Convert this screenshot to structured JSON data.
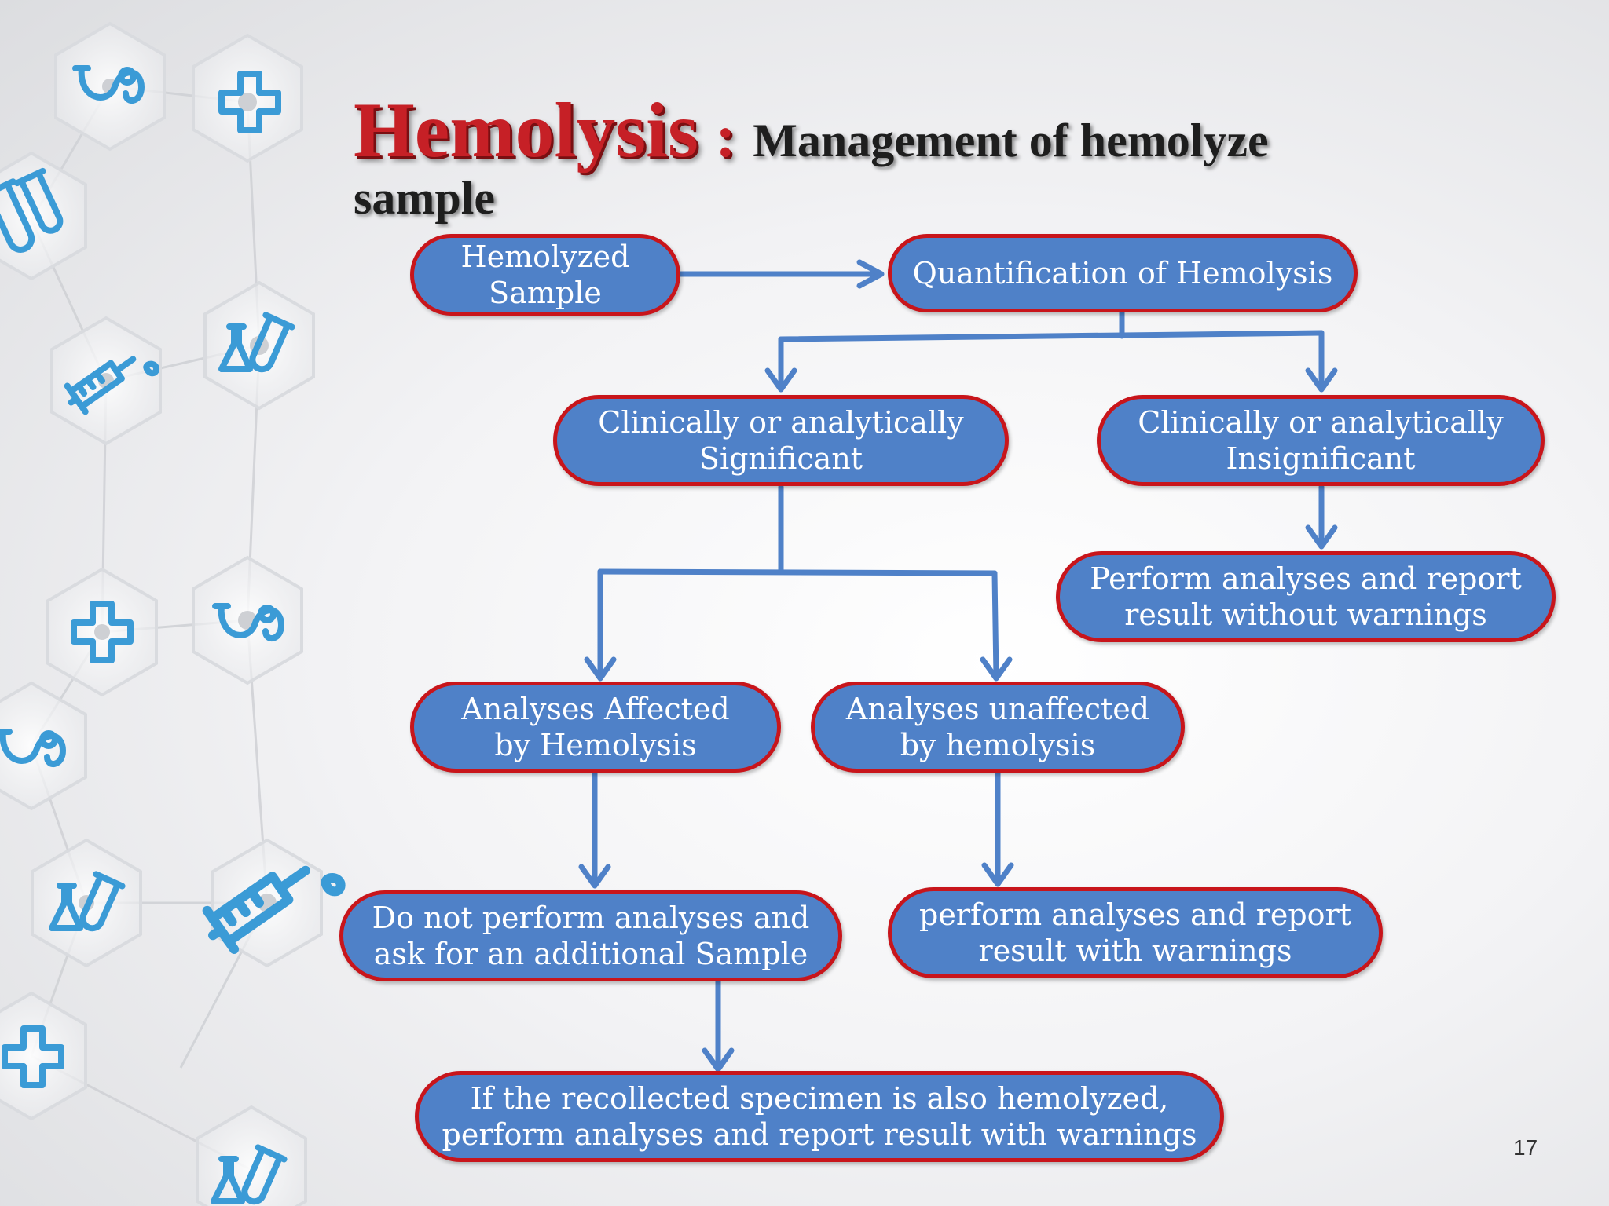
{
  "title": {
    "main": "Hemolysis",
    "colon": ":",
    "sub_line1": "Management of hemolyze",
    "sub_line2": "sample"
  },
  "nodes": {
    "hemolyzed_sample": "Hemolyzed\nSample",
    "quantification": "Quantification of Hemolysis",
    "significant": "Clinically or analytically\nSignificant",
    "insignificant": "Clinically or analytically\nInsignificant",
    "perform_no_warnings": "Perform analyses and report\nresult without warnings",
    "affected": "Analyses Affected\nby Hemolysis",
    "unaffected": "Analyses unaffected\nby hemolysis",
    "do_not_perform": "Do not perform analyses and\nask for an additional Sample",
    "perform_with_warnings": "perform analyses and report\nresult with warnings",
    "recollected": "If the recollected specimen is also hemolyzed,\nperform analyses and report result with warnings"
  },
  "slide_number": "17",
  "colors": {
    "node_fill": "#4f81c8",
    "node_border": "#c8151b",
    "arrow": "#4f81c8",
    "title_red": "#c62026",
    "title_dark": "#1e1e1e",
    "icon_stroke": "#3b9bd6"
  },
  "background_icons": [
    "stethoscope-icon",
    "medical-cross-icon",
    "test-tubes-icon",
    "flask-icon",
    "syringe-icon"
  ]
}
